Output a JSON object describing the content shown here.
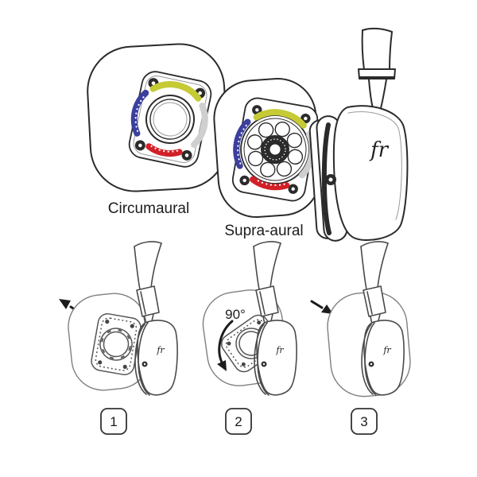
{
  "diagram": {
    "ear_pads": {
      "circumaural": {
        "label": "Circumaural"
      },
      "supra_aural": {
        "label": "Supra-aural"
      }
    },
    "brand_logo": "fr",
    "steps": [
      {
        "number": "1"
      },
      {
        "number": "2",
        "rotation_label": "90°"
      },
      {
        "number": "3"
      }
    ],
    "colors": {
      "line": "#2b2b2b",
      "alignment_yellow": "#c5ca35",
      "alignment_blue": "#3b3f9d",
      "alignment_red": "#d22027",
      "alignment_gray": "#cfcfcf"
    }
  }
}
